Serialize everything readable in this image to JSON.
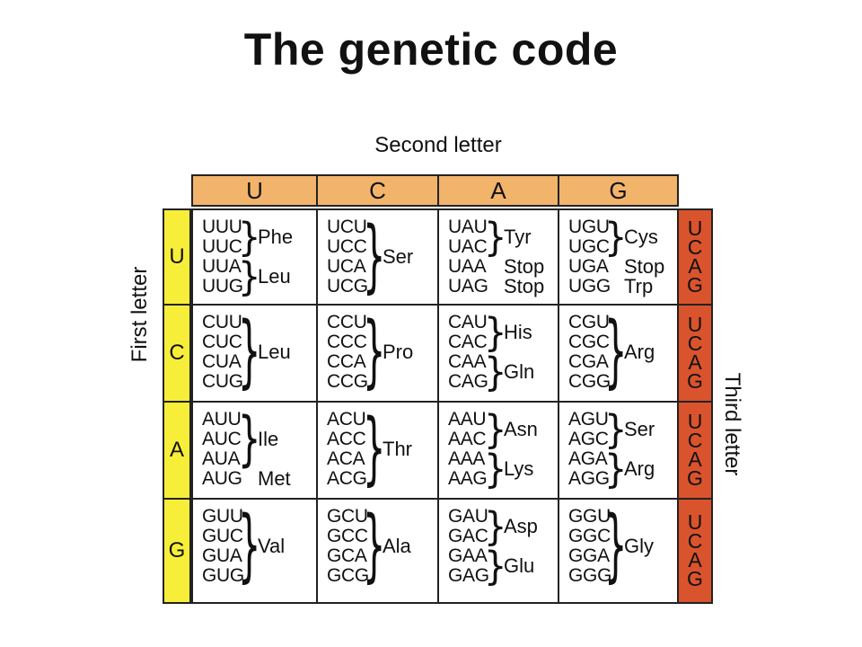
{
  "title": "The genetic code",
  "second_letter_label": "Second letter",
  "first_letter_label": "First letter",
  "third_letter_label": "Third letter",
  "second_letters": [
    "U",
    "C",
    "A",
    "G"
  ],
  "first_letters": [
    "U",
    "C",
    "A",
    "G"
  ],
  "third_letters": [
    "U",
    "C",
    "A",
    "G"
  ],
  "colors": {
    "second_header": "#f2b36b",
    "first_header": "#f7ee3a",
    "third_header": "#d9532c"
  },
  "rows": [
    {
      "cells": [
        {
          "codons": [
            "UUU",
            "UUC",
            "UUA",
            "UUG"
          ],
          "groups": [
            {
              "label": "Phe",
              "codons": [
                0,
                1
              ]
            },
            {
              "label": "Leu",
              "codons": [
                2,
                3
              ]
            }
          ]
        },
        {
          "codons": [
            "UCU",
            "UCC",
            "UCA",
            "UCG"
          ],
          "groups": [
            {
              "label": "Ser",
              "codons": [
                0,
                3
              ]
            }
          ]
        },
        {
          "codons": [
            "UAU",
            "UAC",
            "UAA",
            "UAG"
          ],
          "groups": [
            {
              "label": "Tyr",
              "codons": [
                0,
                1
              ]
            },
            {
              "label": "Stop",
              "codons": [
                2,
                2
              ]
            },
            {
              "label": "Stop",
              "codons": [
                3,
                3
              ]
            }
          ]
        },
        {
          "codons": [
            "UGU",
            "UGC",
            "UGA",
            "UGG"
          ],
          "groups": [
            {
              "label": "Cys",
              "codons": [
                0,
                1
              ]
            },
            {
              "label": "Stop",
              "codons": [
                2,
                2
              ]
            },
            {
              "label": "Trp",
              "codons": [
                3,
                3
              ]
            }
          ]
        }
      ]
    },
    {
      "cells": [
        {
          "codons": [
            "CUU",
            "CUC",
            "CUA",
            "CUG"
          ],
          "groups": [
            {
              "label": "Leu",
              "codons": [
                0,
                3
              ]
            }
          ]
        },
        {
          "codons": [
            "CCU",
            "CCC",
            "CCA",
            "CCG"
          ],
          "groups": [
            {
              "label": "Pro",
              "codons": [
                0,
                3
              ]
            }
          ]
        },
        {
          "codons": [
            "CAU",
            "CAC",
            "CAA",
            "CAG"
          ],
          "groups": [
            {
              "label": "His",
              "codons": [
                0,
                1
              ]
            },
            {
              "label": "Gln",
              "codons": [
                2,
                3
              ]
            }
          ]
        },
        {
          "codons": [
            "CGU",
            "CGC",
            "CGA",
            "CGG"
          ],
          "groups": [
            {
              "label": "Arg",
              "codons": [
                0,
                3
              ]
            }
          ]
        }
      ]
    },
    {
      "cells": [
        {
          "codons": [
            "AUU",
            "AUC",
            "AUA",
            "AUG"
          ],
          "groups": [
            {
              "label": "Ile",
              "codons": [
                0,
                2
              ]
            },
            {
              "label": "Met",
              "codons": [
                3,
                3
              ]
            }
          ]
        },
        {
          "codons": [
            "ACU",
            "ACC",
            "ACA",
            "ACG"
          ],
          "groups": [
            {
              "label": "Thr",
              "codons": [
                0,
                3
              ]
            }
          ]
        },
        {
          "codons": [
            "AAU",
            "AAC",
            "AAA",
            "AAG"
          ],
          "groups": [
            {
              "label": "Asn",
              "codons": [
                0,
                1
              ]
            },
            {
              "label": "Lys",
              "codons": [
                2,
                3
              ]
            }
          ]
        },
        {
          "codons": [
            "AGU",
            "AGC",
            "AGA",
            "AGG"
          ],
          "groups": [
            {
              "label": "Ser",
              "codons": [
                0,
                1
              ]
            },
            {
              "label": "Arg",
              "codons": [
                2,
                3
              ]
            }
          ]
        }
      ]
    },
    {
      "cells": [
        {
          "codons": [
            "GUU",
            "GUC",
            "GUA",
            "GUG"
          ],
          "groups": [
            {
              "label": "Val",
              "codons": [
                0,
                3
              ]
            }
          ]
        },
        {
          "codons": [
            "GCU",
            "GCC",
            "GCA",
            "GCG"
          ],
          "groups": [
            {
              "label": "Ala",
              "codons": [
                0,
                3
              ]
            }
          ]
        },
        {
          "codons": [
            "GAU",
            "GAC",
            "GAA",
            "GAG"
          ],
          "groups": [
            {
              "label": "Asp",
              "codons": [
                0,
                1
              ]
            },
            {
              "label": "Glu",
              "codons": [
                2,
                3
              ]
            }
          ]
        },
        {
          "codons": [
            "GGU",
            "GGC",
            "GGA",
            "GGG"
          ],
          "groups": [
            {
              "label": "Gly",
              "codons": [
                0,
                3
              ]
            }
          ]
        }
      ]
    }
  ]
}
